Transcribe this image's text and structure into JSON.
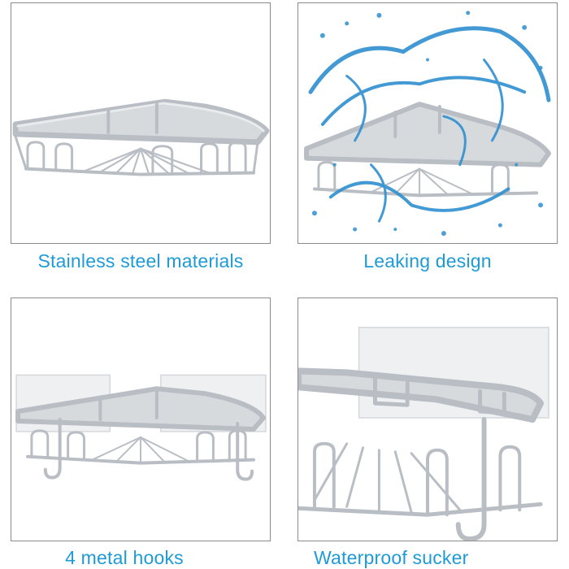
{
  "panels": [
    {
      "caption": "Stainless steel materials",
      "image": "corner-shelf-basket"
    },
    {
      "caption": "Leaking design",
      "image": "corner-shelf-water-splash"
    },
    {
      "caption": "4 metal hooks",
      "image": "corner-shelf-with-hooks"
    },
    {
      "caption": "Waterproof sucker",
      "image": "corner-shelf-adhesive-closeup"
    }
  ],
  "colors": {
    "caption": "#1e9bd7",
    "border": "#8a8a8a",
    "metal": "#bfc3c8",
    "water": "#2f8fd0",
    "adhesive": "#eef0f2"
  }
}
